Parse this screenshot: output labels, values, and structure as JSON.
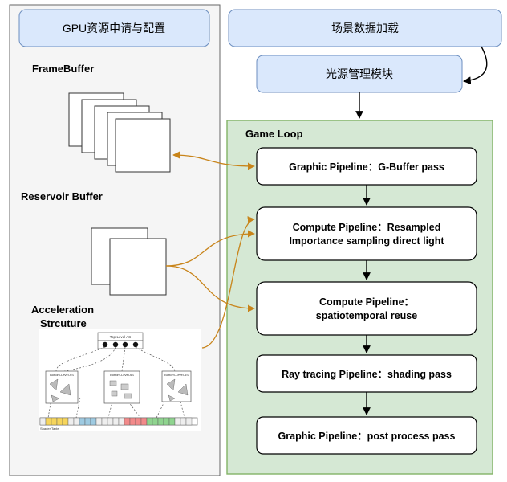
{
  "left_panel": {
    "header": "GPU资源申请与配置",
    "framebuffer_label": "FrameBuffer",
    "reservoir_label": "Reservoir Buffer",
    "accel_label_line1": "Acceleration",
    "accel_label_line2": "Strcuture",
    "as_figure": {
      "top_label": "Top-Level AS",
      "bottom_label": "Bottom-Level AS",
      "table_label": "Shader Table"
    }
  },
  "right_flow": {
    "scene_load": "场景数据加载",
    "light_module": "光源管理模块",
    "game_loop": "Game Loop",
    "steps": [
      {
        "line1": "Graphic Pipeline：G-Buffer pass",
        "line2": ""
      },
      {
        "line1": "Compute Pipeline：Resampled",
        "line2": "Importance sampling direct light"
      },
      {
        "line1": "Compute Pipeline：",
        "line2": "spatiotemporal reuse"
      },
      {
        "line1": "Ray tracing Pipeline：shading pass",
        "line2": ""
      },
      {
        "line1": "Graphic Pipeline：post process pass",
        "line2": ""
      }
    ]
  },
  "colors": {
    "header_fill": "#dae8fc",
    "header_stroke": "#6c8ebf",
    "gameloop_fill": "#d5e8d4",
    "gameloop_stroke": "#82b366",
    "panel_fill": "#f5f5f5",
    "orange_arrow": "#c8841a"
  }
}
